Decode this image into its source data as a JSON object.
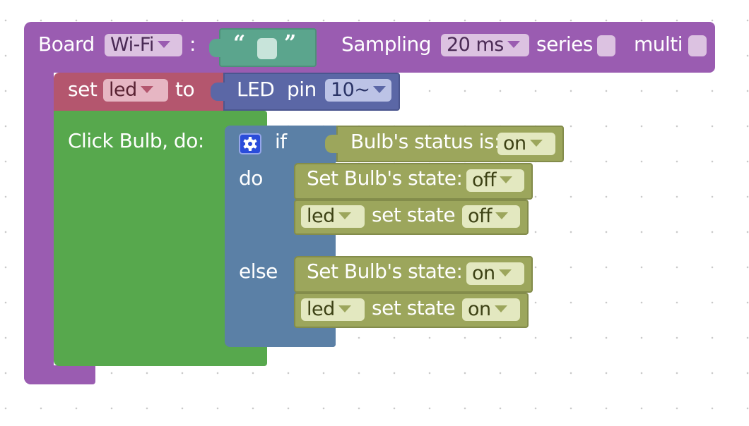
{
  "board_block": {
    "label": "Board",
    "connection_value": "Wi-Fi",
    "colon": ":",
    "quote_open": "“",
    "quote_close": "”",
    "sampling_label": "Sampling",
    "sampling_value": "20 ms",
    "series_label": "series",
    "multi_label": "multi"
  },
  "set_block": {
    "label": "set",
    "variable": "led",
    "to_label": "to"
  },
  "led_block": {
    "label": "LED",
    "pin_label": "pin",
    "pin_value": "10~"
  },
  "click_block": {
    "label": "Click Bulb, do:"
  },
  "if_block": {
    "if_label": "if",
    "do_label": "do",
    "else_label": "else"
  },
  "condition_block": {
    "label": "Bulb's status is:",
    "value": "on"
  },
  "do_branch": {
    "set_state_label": "Set Bulb's state:",
    "set_state_value": "off",
    "led_var": "led",
    "led_set_label": "set state",
    "led_set_value": "off"
  },
  "else_branch": {
    "set_state_label": "Set Bulb's state:",
    "set_state_value": "on",
    "led_var": "led",
    "led_set_label": "set state",
    "led_set_value": "on"
  },
  "colors": {
    "board": "#9a5cb1",
    "set": "#b4566e",
    "led": "#5b67a6",
    "click": "#57a84d",
    "if": "#5b80a6",
    "bulb": "#9ca65c",
    "text": "#5ba58d"
  }
}
